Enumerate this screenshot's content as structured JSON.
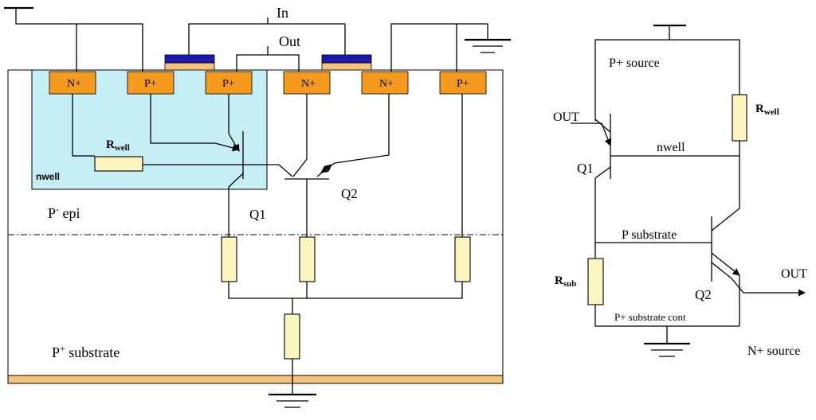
{
  "cross_section": {
    "in_label": "In",
    "out_label": "Out",
    "regions": [
      "N+",
      "P+",
      "P+",
      "N+",
      "N+",
      "P+"
    ],
    "rwell_label": "R",
    "rwell_sub": "well",
    "nwell_label": "nwell",
    "q1_label": "Q1",
    "q2_label": "Q2",
    "epi_label_main": "P",
    "epi_label_sup": "-",
    "epi_label_rest": " epi",
    "substrate_label_main": "P",
    "substrate_label_sup": "+",
    "substrate_label_rest": " substrate"
  },
  "schematic": {
    "p_source_label": "P+ source",
    "out_top_label": "OUT",
    "q1_label": "Q1",
    "nwell_label": "nwell",
    "rwell_label": "R",
    "rwell_sub": "well",
    "p_substrate_label": "P substrate",
    "rsub_label": "R",
    "rsub_sub": "sub",
    "out_right_label": "OUT",
    "q2_label": "Q2",
    "p_substrate_cont_label": "P+ substrate cont",
    "n_source_label": "N+ source"
  },
  "colors": {
    "nwell_fill": "#c5eef5",
    "diffusion": "#f49a1f",
    "gate_oxide": "#f4c27a",
    "gate_poly": "#1a1ab0",
    "resistor": "#fbf5c0",
    "substrate_bar": "#f4c27a"
  }
}
